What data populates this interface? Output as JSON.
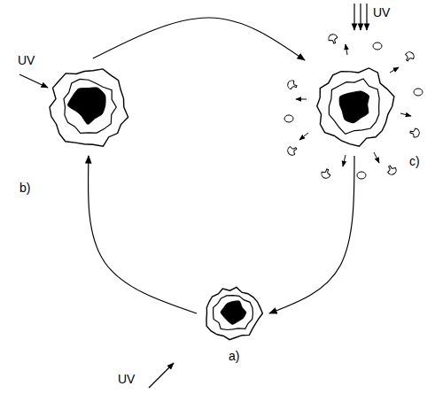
{
  "diagram": {
    "nodes": [
      {
        "text": [
          "b)"
        ]
      },
      {
        "text": [
          "c)"
        ]
      },
      {
        "text": [
          "a)"
        ]
      }
    ],
    "edges": [
      {
        "from": 2,
        "to": 0,
        "arrow": "to"
      },
      {
        "from": 0,
        "to": 1,
        "arrow": "to"
      },
      {
        "from": 1,
        "to": 2,
        "arrow": "to"
      }
    ],
    "labels": [
      "UV",
      "UV",
      "UV"
    ]
  }
}
